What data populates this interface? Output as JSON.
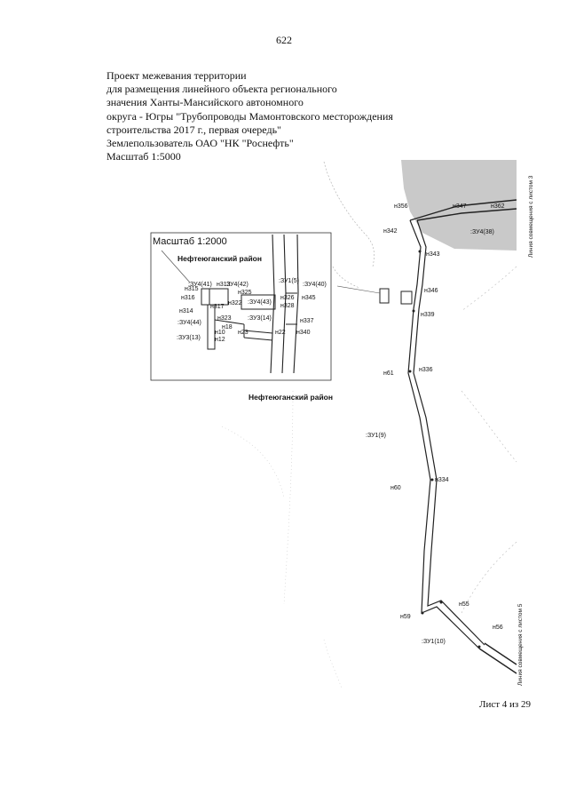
{
  "page_number": "622",
  "header": {
    "lines": [
      "Проект межевания территории",
      "для размещения линейного объекта регионального",
      "значения Ханты-Мансийского автономного",
      "округа - Югры \"Трубопроводы Мамонтовского месторождения",
      "строительства 2017 г., первая очередь\"",
      "Землепользователь ОАО \"НК \"Роснефть\"",
      "Масштаб 1:5000"
    ]
  },
  "inset": {
    "scale": "Масштаб 1:2000",
    "district": "Нефтеюганский район",
    "labels": {
      "zu4_41": ":ЗУ4(41)",
      "n313": "н313",
      "zu4_42": ":ЗУ4(42)",
      "zu1_5": ":ЗУ1(5)",
      "zu4_40": ":ЗУ4(40)",
      "n325": "н325",
      "n326": "н326",
      "n345": "н345",
      "n315": "н315",
      "n316": "н316",
      "n317": "н317",
      "n322": "н322",
      "zu4_43": ":ЗУ4(43)",
      "n328": "н328",
      "n314": "н314",
      "n323": "н323",
      "zu3_14": ":ЗУ3(14)",
      "n337": "н337",
      "zu4_44": ":ЗУ4(44)",
      "n18": "н18",
      "n10": "н10",
      "n23": "н23",
      "n22": "н22",
      "n340": "н340",
      "zu3_13": ":ЗУ3(13)",
      "n12": "н12"
    }
  },
  "main": {
    "district": "Нефтеюганский район",
    "labels": {
      "n356": "н356",
      "n347": "н347",
      "n362": "н362",
      "zu4_38": ":ЗУ4(38)",
      "n342": "н342",
      "n343": "н343",
      "n346": "н346",
      "n339": "н339",
      "n61": "н61",
      "n336": "н336",
      "zu1_9": ":ЗУ1(9)",
      "n60": "н60",
      "n334": "н334",
      "n55": "н55",
      "n59": "н59",
      "n56": "н56",
      "zu1_10": ":ЗУ1(10)"
    },
    "match_line_top": "Линия совмещения с листом 3",
    "match_line_bottom": "Линия совмещения с листом 5"
  },
  "sheet": "Лист 4 из 29"
}
